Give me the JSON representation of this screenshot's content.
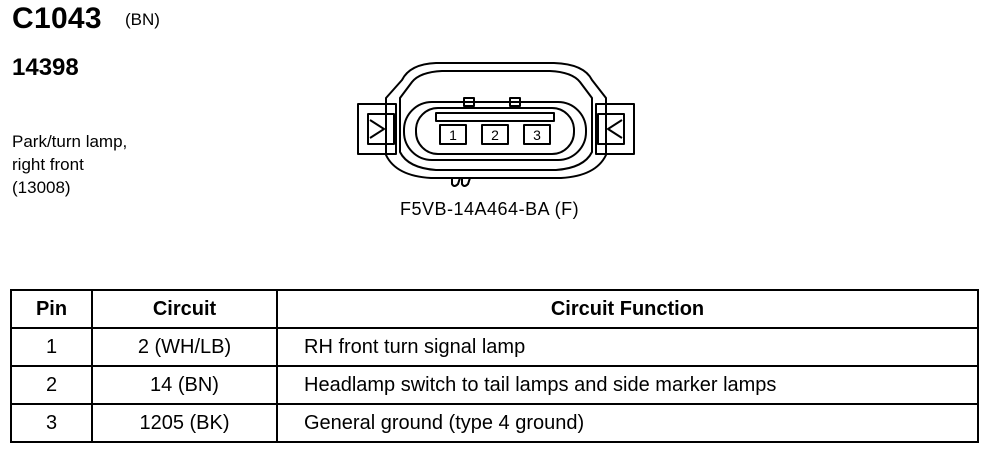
{
  "header": {
    "connector_id": "C1043",
    "connector_color": "(BN)",
    "component_number": "14398",
    "description_lines": [
      "Park/turn lamp,",
      "right front",
      "(13008)"
    ]
  },
  "connector": {
    "part_number": "F5VB-14A464-BA (F)",
    "cavities": [
      "1",
      "2",
      "3"
    ]
  },
  "table": {
    "headers": [
      "Pin",
      "Circuit",
      "Circuit Function"
    ],
    "rows": [
      {
        "pin": "1",
        "circuit": "2 (WH/LB)",
        "function": "RH front turn signal lamp"
      },
      {
        "pin": "2",
        "circuit": "14 (BN)",
        "function": "Headlamp switch to tail lamps and side marker lamps"
      },
      {
        "pin": "3",
        "circuit": "1205 (BK)",
        "function": "General ground (type 4 ground)"
      }
    ]
  }
}
